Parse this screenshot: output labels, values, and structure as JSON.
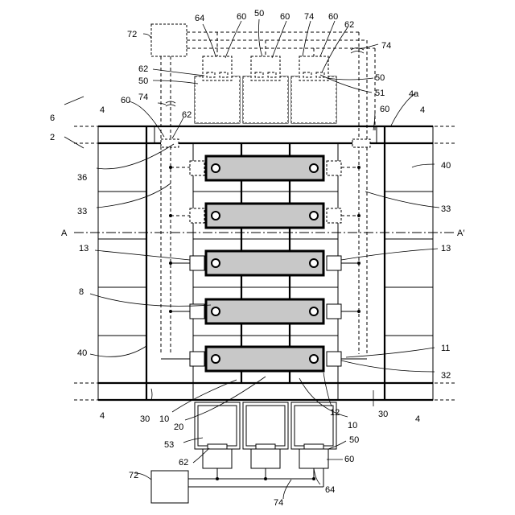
{
  "labels": {
    "n72_top": "72",
    "n64_top": "64",
    "n60_top1": "60",
    "n50_top": "50",
    "n60_top2": "60",
    "n74_top": "74",
    "n60_top3": "60",
    "n62_top": "62",
    "n74_right_top": "74",
    "n62_left": "62",
    "n50_left": "50",
    "n50_right": "50",
    "n51": "51",
    "n4a": "4a",
    "n60_left": "60",
    "n74_left": "74",
    "n62_mid": "62",
    "n60_right": "60",
    "n6": "6",
    "n2": "2",
    "n4_top_left": "4",
    "n4_top_right": "4",
    "n36": "36",
    "n40_right": "40",
    "n33_left": "33",
    "n33_right": "33",
    "nA_left": "A",
    "nA_right": "A′",
    "n13_left": "13",
    "n13_right": "13",
    "n8": "8",
    "n11": "11",
    "n40_left": "40",
    "n32": "32",
    "n4_bottom_left": "4",
    "n30_left": "30",
    "n10_left": "10",
    "n20": "20",
    "n12": "12",
    "n10_right": "10",
    "n30_right": "30",
    "n4_bottom_right": "4",
    "n53": "53",
    "n50_bottom": "50",
    "n62_bottom": "62",
    "n60_bottom": "60",
    "n72_bottom": "72",
    "n64_bottom": "64",
    "n74_bottom": "74"
  }
}
